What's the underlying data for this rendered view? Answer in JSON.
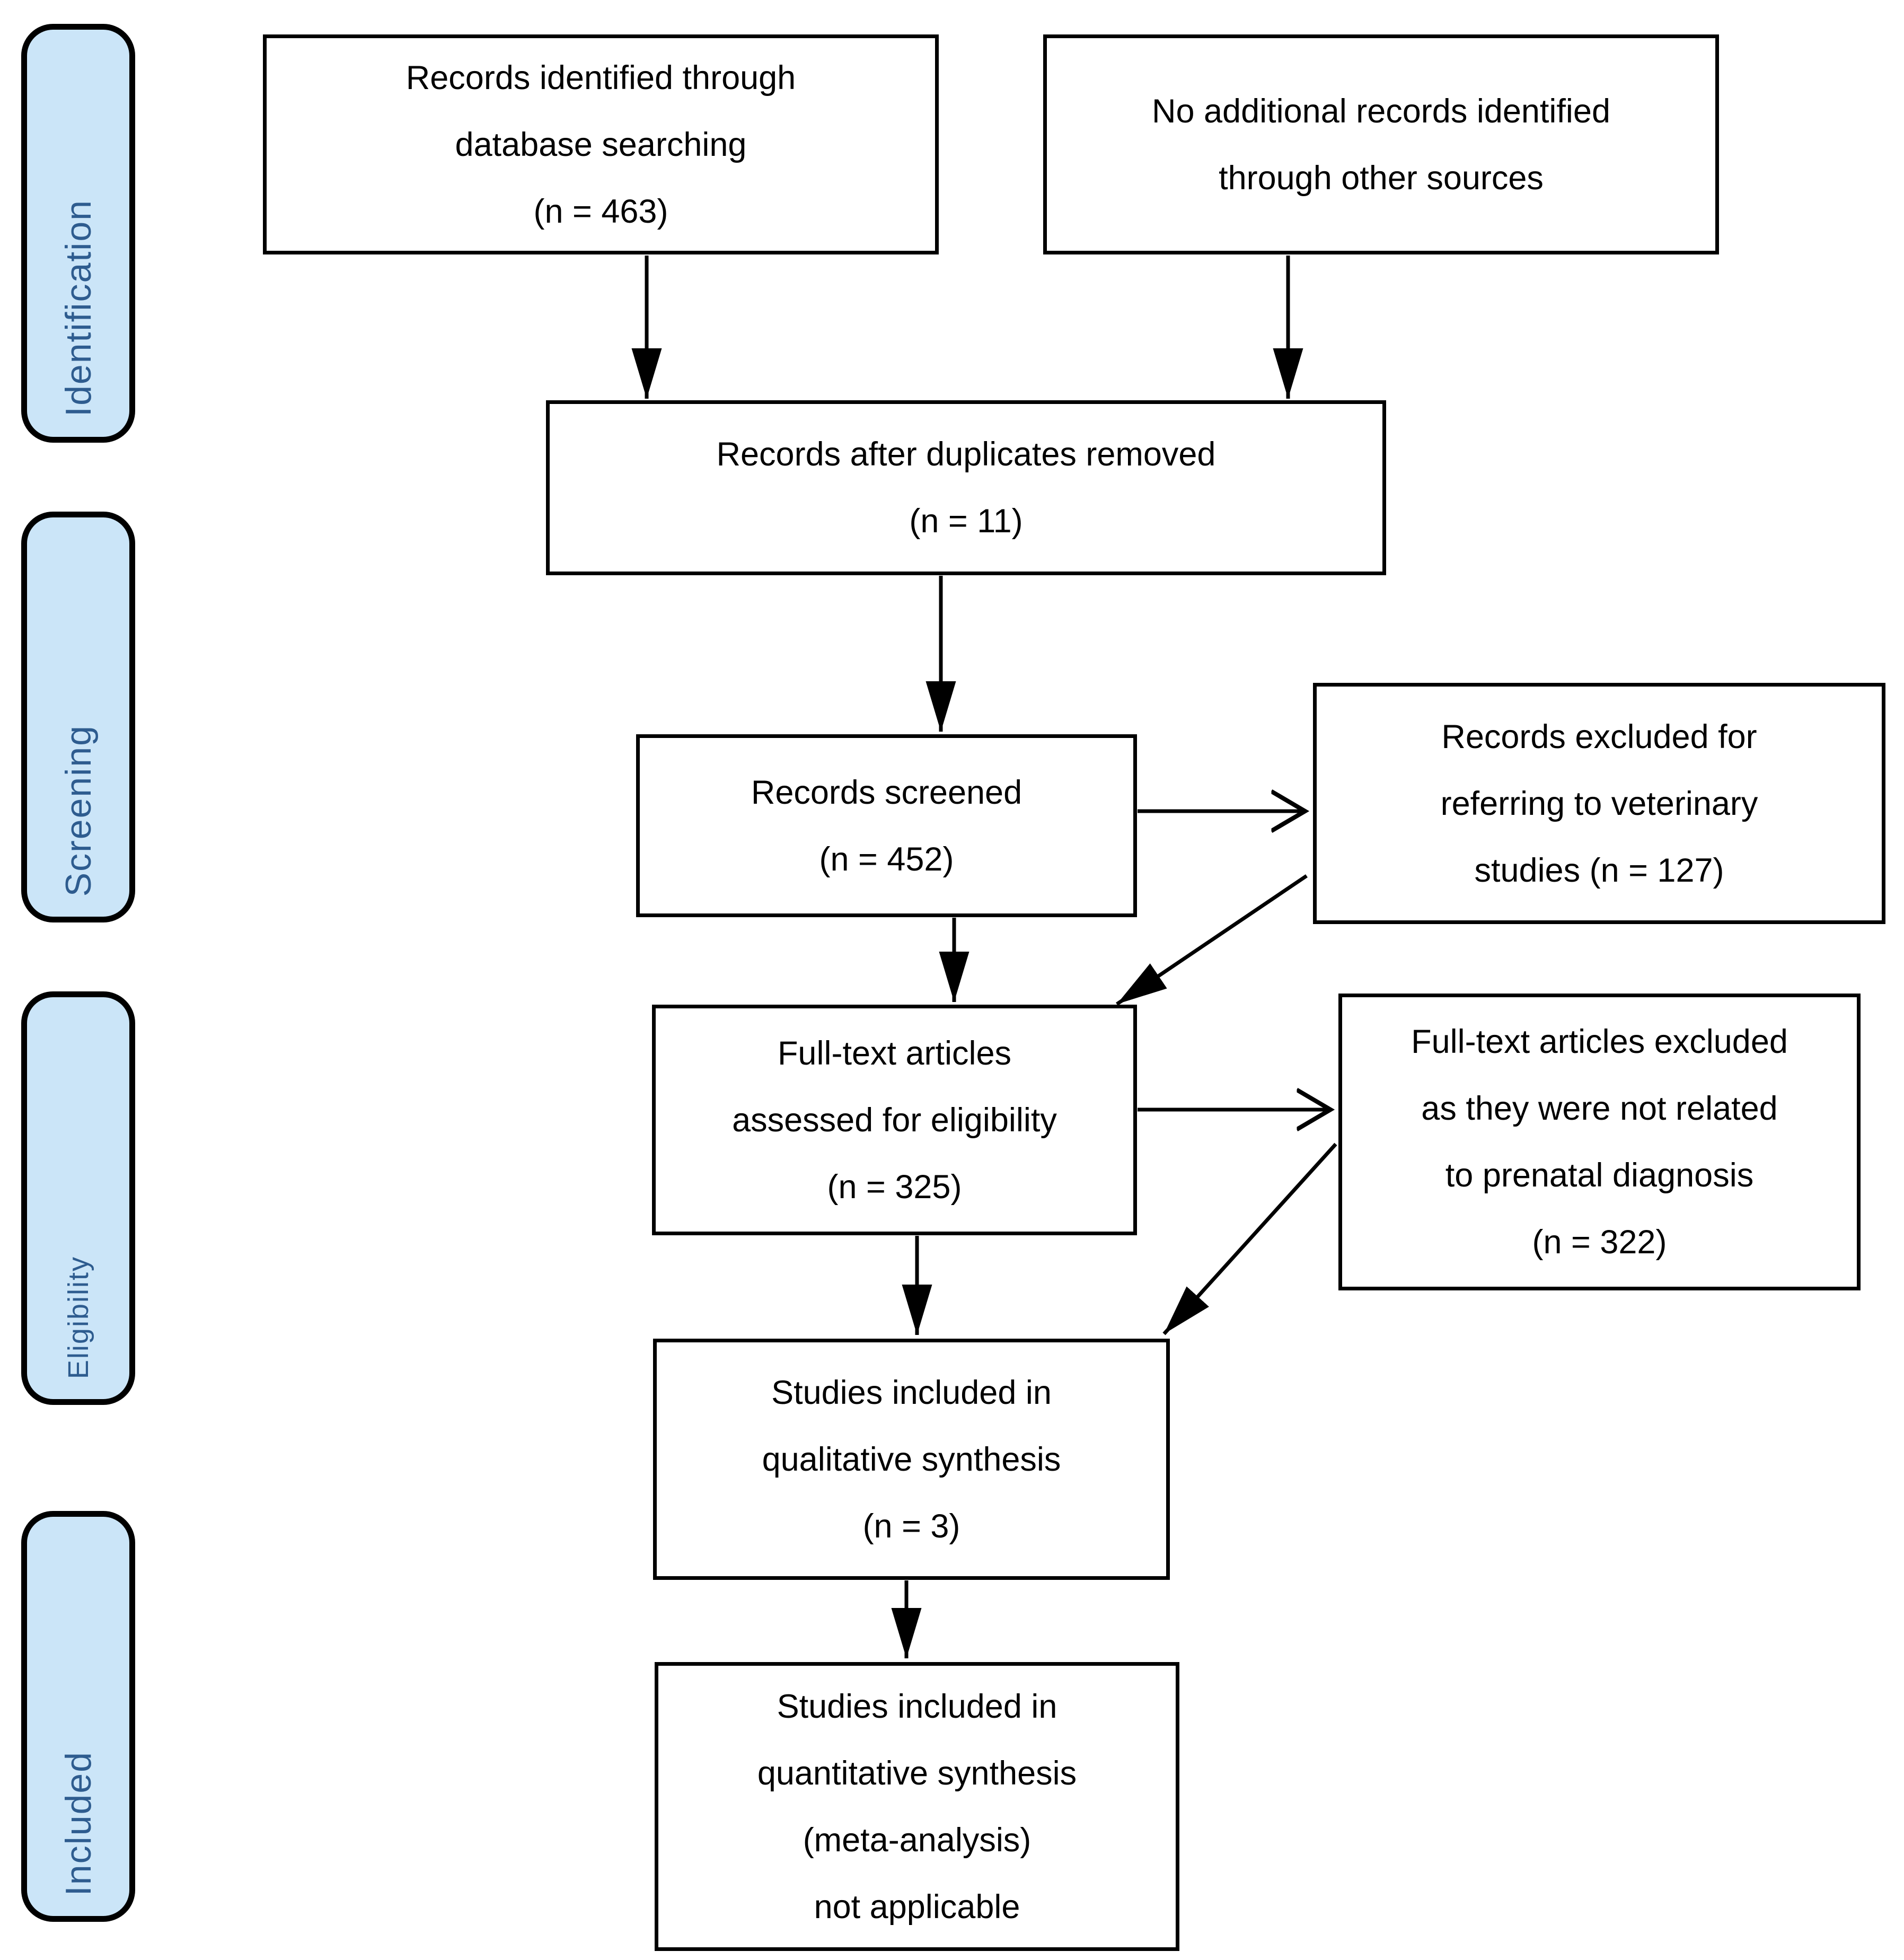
{
  "colors": {
    "stage_fill": "#CBE5F8",
    "stage_text": "#2E5C8F",
    "box_border": "#000000",
    "box_fill": "#FFFFFF",
    "arrow": "#000000"
  },
  "stages": [
    {
      "label": "Identification"
    },
    {
      "label": "Screening"
    },
    {
      "label": "Eligibility"
    },
    {
      "label": "Included"
    }
  ],
  "boxes": {
    "identified": {
      "lines": [
        "Records identified through",
        "database searching",
        "(n = 463)"
      ],
      "n": 463
    },
    "other_sources": {
      "lines": [
        "No additional records identified",
        "through other sources"
      ]
    },
    "after_duplicates": {
      "lines": [
        "Records after duplicates removed",
        "(n = 11)"
      ],
      "n": 11
    },
    "screened": {
      "lines": [
        "Records screened",
        "(n = 452)"
      ],
      "n": 452
    },
    "records_excluded": {
      "lines": [
        "Records excluded for",
        "referring to veterinary",
        "studies (n = 127)"
      ],
      "n": 127
    },
    "fulltext_assessed": {
      "lines": [
        "Full-text articles",
        "assessed for eligibility",
        "(n = 325)"
      ],
      "n": 325
    },
    "fulltext_excluded": {
      "lines": [
        "Full-text articles excluded",
        "as they were not related",
        "to prenatal diagnosis",
        "(n = 322)"
      ],
      "n": 322
    },
    "qualitative": {
      "lines": [
        "Studies included in",
        "qualitative synthesis",
        "(n = 3)"
      ],
      "n": 3
    },
    "quantitative": {
      "lines": [
        "Studies included in",
        "quantitative synthesis",
        "(meta-analysis)",
        "not applicable"
      ]
    }
  }
}
